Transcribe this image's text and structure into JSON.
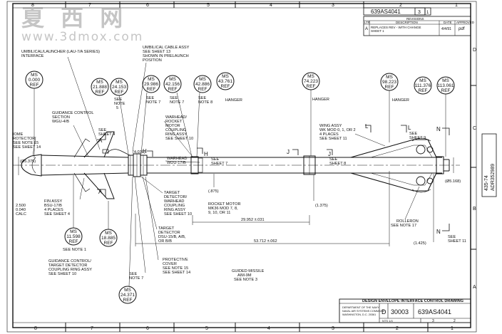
{
  "watermark": {
    "main": "夏 西 网",
    "site": "www.3dmox.com"
  },
  "frame": {
    "cols_top": [
      "8",
      "7",
      "6",
      "5",
      "4",
      "3",
      "2",
      "1"
    ],
    "rows_right": [
      "D",
      "C",
      "B",
      "A"
    ],
    "cols_bottom": [
      "8",
      "7",
      "6",
      "5",
      "4",
      "3",
      "2",
      "1"
    ]
  },
  "top_right": {
    "dwg_no": "639AS4041",
    "sheet": "3",
    "sheet_total": "1"
  },
  "revisions": {
    "title": "REVISIONS",
    "headers": [
      "LTR",
      "DESCRIPTION",
      "DATE",
      "APPROVED"
    ],
    "rows": [
      {
        "ltr": "A",
        "desc": "REPLACES REV - WITH CHANGE",
        "desc2": "SHEET 1",
        "date": "4/4/91",
        "appr": "pdf"
      }
    ]
  },
  "stations": [
    {
      "ms": "MS",
      "val": "0.000",
      "ref": "REF"
    },
    {
      "ms": "MS",
      "val": "21.888",
      "ref": "REF"
    },
    {
      "ms": "MS",
      "val": "24.153",
      "ref": "REF"
    },
    {
      "ms": "MS",
      "val": "29.986",
      "ref": "REF"
    },
    {
      "ms": "MS",
      "val": "42.156",
      "ref": "REF"
    },
    {
      "ms": "MS",
      "val": "42.886",
      "ref": "REF"
    },
    {
      "ms": "MS",
      "val": "43.761",
      "ref": "REF"
    },
    {
      "ms": "MS",
      "val": "74.223",
      "ref": "REF"
    },
    {
      "ms": "MS",
      "val": "98.223",
      "ref": "REF"
    },
    {
      "ms": "MS",
      "val": "111.376",
      "ref": "REF"
    },
    {
      "ms": "MS",
      "val": "113.061",
      "ref": "REF"
    },
    {
      "ms": "MS",
      "val": "11.598",
      "ref": "REF"
    },
    {
      "ms": "MS",
      "val": "18.885",
      "ref": "REF"
    },
    {
      "ms": "MS",
      "val": "24.371",
      "ref": "REF"
    }
  ],
  "notes": {
    "umbilical_launcher": [
      "UMBILICAL/LAUNCHER (LAU-7/A SERIES)",
      "INTERFACE"
    ],
    "umbilical_cable": [
      "UMBILICAL CABLE ASSY",
      "SEE SHEET 13",
      "SHOWN IN PRELAUNCH",
      "POSITION"
    ],
    "note5": [
      "SEE",
      "NOTE",
      "5"
    ],
    "note7a": [
      "SEE",
      "NOTE 7"
    ],
    "note7b": [
      "SEE",
      "NOTE 7"
    ],
    "note8": [
      "SEE",
      "NOTE 8"
    ],
    "hanger1": "HANGER",
    "hanger2": "HANGER",
    "hanger3": "HANGER",
    "guidance_section": [
      "GUIDANCE CONTROL",
      "SECTION",
      "WGU-4/B"
    ],
    "see_sheet4_top": [
      "SEE",
      "SHEET 4"
    ],
    "dome": [
      "IOME",
      "ROTECTOR",
      "SEE NOTE 15",
      "SEE SHEET 14"
    ],
    "dia_5375": "(Ø5.375)",
    "warhead_coupling": [
      "WARHEAD/",
      "ROCKET",
      "MOTOR",
      "COUPLING",
      "RING ASSY",
      "SEE SHEET 10"
    ],
    "dim_4030": "(4.030)",
    "warhead": [
      "WARHEAD",
      "WDU-17/B"
    ],
    "h_left": "H",
    "h_right": "H",
    "see_sheet7": [
      "SEE",
      "SHEET 7"
    ],
    "j_left": "J",
    "j_right": "J",
    "see_sheet8": [
      "SEE",
      "SHEET 8"
    ],
    "wing_assy": [
      "WING ASSY",
      "WK MOD 0, 1, OR 2",
      "4 PLACES",
      "SEE SHEET 11"
    ],
    "l_left": "L",
    "l_right": "L",
    "see_sheet9": [
      "SEE",
      "SHEET 9"
    ],
    "n_top": "N",
    "n_bottom": "N",
    "see_sheet11": [
      "SEE",
      "SHEET 11"
    ],
    "dia_5168": "(Ø5.168)",
    "a_top": "A",
    "a_bottom": "A",
    "fin_assy": [
      "FIN ASSY",
      "BSU-17/B",
      "4 PLACES",
      "SEE SHEET 4"
    ],
    "dim_2500": [
      "2.500",
      "0.040",
      "CALC"
    ],
    "target_detector": [
      "TARGET",
      "DETECTOR/",
      "WARHEAD",
      "COUPLING",
      "RING ASSY",
      "SEE SHEET 10"
    ],
    "dim_875": "(.875)",
    "rocket_motor": [
      "ROCKET MOTOR",
      "MK36 MOD 7, 8,",
      "9, 10, OR 11"
    ],
    "dim_1375": "(1.375)",
    "rolleron": [
      "ROLLERON",
      "SEE NOTE 17"
    ],
    "dim_1425": "(1.425)",
    "dim_29952": "29.952 ±.031",
    "dim_53712": "53.712 ±.062",
    "target_detector2": [
      "TARGET",
      "DETECTOR",
      "DSU-15/B, A/B,",
      "OR B/B"
    ],
    "guidance_control": [
      "GUIDANCE CONTROL/",
      "TARGET DETECTOR",
      "COUPLING RING ASSY",
      "SEE SHEET 10"
    ],
    "see_note1": "SEE NOTE 1",
    "see_note7": [
      "SEE",
      "NOTE 7"
    ],
    "protective_cover": [
      "PROTECTIVE",
      "COVER",
      "SEE NOTE 15",
      "SEE SHEET 14"
    ],
    "guided_missile": [
      "GUIDED MISSILE",
      "AIM-9M",
      "SEE NOTE 3"
    ]
  },
  "side_label": [
    "435-74",
    "ADR352989"
  ],
  "title_block": {
    "title": "DESIGN ENVELOPE INTERFACE CONTROL DRAWING",
    "agency": [
      "DEPARTMENT OF THE NAVY",
      "NAVAL AIR SYSTEMS COMMAND",
      "WASHINGTON, D.C. 20361"
    ],
    "size": "D",
    "cage": "30003",
    "dwg_no": "639AS4041",
    "scale": "NTS 1/4",
    "sheet": "3",
    "sheet_of": "2"
  }
}
